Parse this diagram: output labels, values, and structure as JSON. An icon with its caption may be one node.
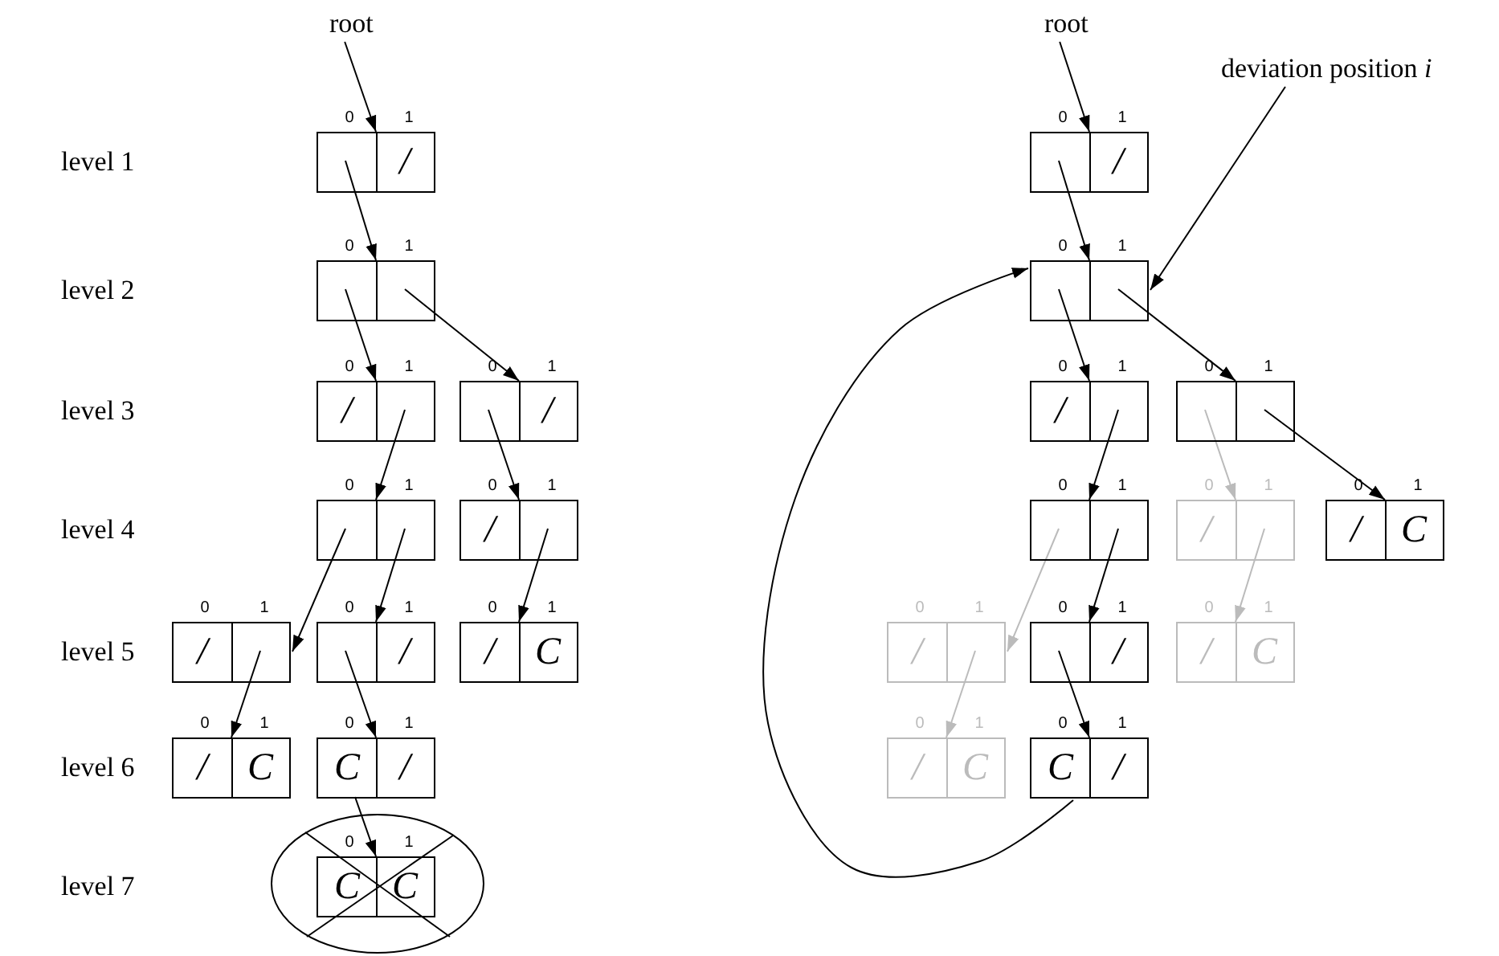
{
  "diagram": {
    "nodes": [
      {
        "text": [
          "root"
        ]
      },
      {
        "text": [
          "root"
        ]
      },
      {
        "text": [
          "deviation position *i*"
        ]
      },
      {
        "text": [
          "0",
          "1"
        ]
      },
      {
        "text": [],
        "shape": "box",
        "in": 3
      },
      {
        "text": [
          "/"
        ],
        "in": 3
      },
      {
        "text": [
          "0",
          "1"
        ]
      },
      {
        "text": [],
        "shape": "box",
        "in": 6
      },
      {
        "text": [],
        "shape": "box",
        "in": 6
      },
      {
        "text": [
          "0",
          "1"
        ]
      },
      {
        "text": [
          "/"
        ],
        "in": 9
      },
      {
        "text": [],
        "shape": "box",
        "in": 9
      },
      {
        "text": [
          "0",
          "1"
        ]
      },
      {
        "text": [],
        "shape": "box",
        "in": 12
      },
      {
        "text": [
          "/"
        ],
        "in": 12
      },
      {
        "text": [
          "0",
          "1"
        ]
      },
      {
        "text": [],
        "shape": "box",
        "in": 15
      },
      {
        "text": [],
        "shape": "box",
        "in": 15
      },
      {
        "text": [
          "0",
          "1"
        ]
      },
      {
        "text": [
          "/"
        ],
        "in": 18
      },
      {
        "text": [],
        "shape": "box",
        "in": 18
      },
      {
        "text": [
          "0",
          "1"
        ]
      },
      {
        "text": [
          "/"
        ],
        "in": 21
      },
      {
        "text": [],
        "shape": "box",
        "in": 21
      },
      {
        "text": [
          "0",
          "1"
        ]
      },
      {
        "text": [],
        "shape": "box",
        "in": 24
      },
      {
        "text": [
          "/"
        ],
        "in": 24
      },
      {
        "text": [
          "0",
          "1"
        ]
      },
      {
        "text": [
          "/"
        ],
        "in": 27
      },
      {
        "text": [
          "C"
        ],
        "in": 27
      },
      {
        "text": [
          "0",
          "1"
        ]
      },
      {
        "text": [
          "/"
        ],
        "in": 30
      },
      {
        "text": [
          "C"
        ],
        "in": 30
      },
      {
        "text": [
          "0",
          "1"
        ]
      },
      {
        "text": [
          "C"
        ],
        "in": 33
      },
      {
        "text": [
          "/"
        ],
        "in": 33
      },
      {
        "text": [
          "0",
          "1"
        ]
      },
      {
        "text": [
          "C"
        ],
        "in": 36
      },
      {
        "text": [
          "C"
        ],
        "in": 36
      },
      {
        "text": [
          "0",
          "1"
        ]
      },
      {
        "text": [],
        "shape": "box",
        "in": 39
      },
      {
        "text": [
          "/"
        ],
        "in": 39
      },
      {
        "text": [
          "0",
          "1"
        ]
      },
      {
        "text": [],
        "shape": "box",
        "in": 42
      },
      {
        "text": [],
        "shape": "box",
        "in": 42
      },
      {
        "text": [
          "0",
          "1"
        ]
      },
      {
        "text": [
          "/"
        ],
        "in": 45
      },
      {
        "text": [],
        "shape": "box",
        "in": 45
      },
      {
        "text": [
          "0",
          "1"
        ]
      },
      {
        "text": [],
        "shape": "box",
        "in": 48
      },
      {
        "text": [],
        "shape": "box",
        "in": 48
      },
      {
        "text": [
          "0",
          "1"
        ]
      },
      {
        "text": [],
        "shape": "box",
        "in": 51
      },
      {
        "text": [],
        "shape": "box",
        "in": 51
      },
      {
        "text": [
          "0",
          "1"
        ]
      },
      {
        "text": [
          "/"
        ],
        "in": 54
      },
      {
        "text": [],
        "shape": "box",
        "in": 54
      },
      {
        "text": [
          "0",
          "1"
        ]
      },
      {
        "text": [
          "/"
        ],
        "in": 57
      },
      {
        "text": [
          "C"
        ],
        "in": 57
      },
      {
        "text": [
          "0",
          "1"
        ]
      },
      {
        "text": [
          "/"
        ],
        "in": 60
      },
      {
        "text": [],
        "shape": "box",
        "in": 60
      },
      {
        "text": [
          "0",
          "1"
        ]
      },
      {
        "text": [],
        "shape": "box",
        "in": 63
      },
      {
        "text": [
          "/"
        ],
        "in": 63
      },
      {
        "text": [
          "0",
          "1"
        ]
      },
      {
        "text": [
          "/"
        ],
        "in": 66
      },
      {
        "text": [
          "C"
        ],
        "in": 66
      },
      {
        "text": [
          "0",
          "1"
        ]
      },
      {
        "text": [
          "/"
        ],
        "in": 69
      },
      {
        "text": [
          "C"
        ],
        "in": 69
      },
      {
        "text": [
          "0",
          "1"
        ]
      },
      {
        "text": [
          "C"
        ],
        "in": 72
      },
      {
        "text": [
          "/"
        ],
        "in": 72
      }
    ],
    "edges": [
      {
        "from": 0,
        "to": 3,
        "arrow": "to"
      },
      {
        "from": 4,
        "to": 6,
        "arrow": "to"
      },
      {
        "from": 7,
        "to": 9,
        "arrow": "to"
      },
      {
        "from": 8,
        "to": 12,
        "arrow": "to"
      },
      {
        "from": 11,
        "to": 15,
        "arrow": "to"
      },
      {
        "from": 13,
        "to": 18,
        "arrow": "to"
      },
      {
        "from": 16,
        "to": 21,
        "arrow": "to"
      },
      {
        "from": 17,
        "to": 24,
        "arrow": "to"
      },
      {
        "from": 20,
        "to": 27,
        "arrow": "to"
      },
      {
        "from": 23,
        "to": 30,
        "arrow": "to"
      },
      {
        "from": 25,
        "to": 33,
        "arrow": "to"
      },
      {
        "from": 34,
        "to": 36,
        "arrow": "to"
      },
      {
        "from": 1,
        "to": 39,
        "arrow": "to"
      },
      {
        "from": 2,
        "to": 42,
        "arrow": "to"
      },
      {
        "from": 40,
        "to": 42,
        "arrow": "to"
      },
      {
        "from": 43,
        "to": 45,
        "arrow": "to"
      },
      {
        "from": 44,
        "to": 48,
        "arrow": "to"
      },
      {
        "from": 47,
        "to": 51,
        "arrow": "to"
      },
      {
        "from": 49,
        "to": 54,
        "arrow": "to",
        "color": "#bbbbbb"
      },
      {
        "from": 50,
        "to": 57,
        "arrow": "to"
      },
      {
        "from": 52,
        "to": 60,
        "arrow": "to",
        "color": "#bbbbbb"
      },
      {
        "from": 53,
        "to": 63,
        "arrow": "to"
      },
      {
        "from": 56,
        "to": 66,
        "arrow": "to",
        "color": "#bbbbbb"
      },
      {
        "from": 62,
        "to": 69,
        "arrow": "to",
        "color": "#bbbbbb"
      },
      {
        "from": 64,
        "to": 72,
        "arrow": "to"
      },
      {
        "from": 72,
        "to": 42,
        "arrow": "to"
      }
    ],
    "labels": [
      "level 1",
      "level 2",
      "level 3",
      "level 4",
      "level 5",
      "level 6",
      "level 7"
    ]
  }
}
